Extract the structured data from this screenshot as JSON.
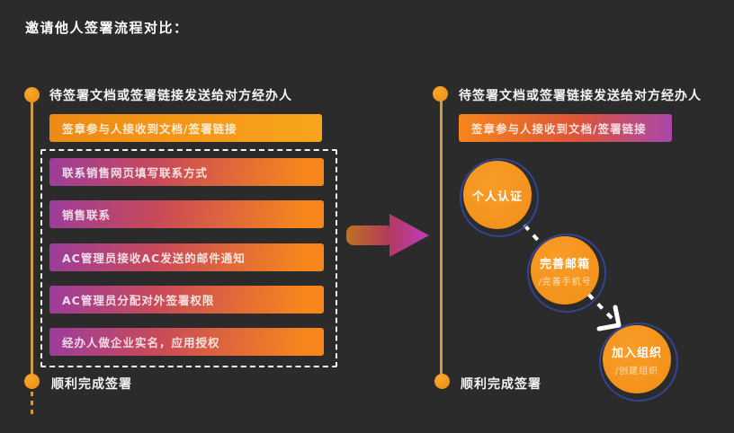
{
  "title": "邀请他人签署流程对比：",
  "colors": {
    "background": "#2b2b2b",
    "accent_orange": "#f6941e",
    "timeline_line": "#cf9a40",
    "bar_gradient_purple": "#9c3d9c",
    "bar_gradient_red": "#c94a58",
    "bar_gradient_orange": "#f6861c",
    "right_bar_magenta_end": "#a847ab",
    "circle_ring_blue": "#35469b",
    "arrow_gradient_start": "#bf7120",
    "arrow_gradient_mid": "#b43a5c",
    "arrow_gradient_end": "#bd3cbc",
    "dashed_box_border": "#ffffff"
  },
  "left_flow": {
    "start_label": "待签署文档或签署链接发送给对方经办人",
    "first_step": "签章参与人接收到文档/签署链接",
    "boxed_steps": [
      "联系销售网页填写联系方式",
      "销售联系",
      "AC管理员接收AC发送的邮件通知",
      "AC管理员分配对外签署权限",
      "经办人做企业实名，应用授权"
    ],
    "end_label": "顺利完成签署"
  },
  "right_flow": {
    "start_label": "待签署文档或签署链接发送给对方经办人",
    "first_step": "签章参与人接收到文档/签署链接",
    "circles": [
      {
        "label": "个人认证",
        "sublabel": ""
      },
      {
        "label": "完善邮箱",
        "sublabel": "/完善手机号"
      },
      {
        "label": "加入组织",
        "sublabel": "/创建组织"
      }
    ],
    "end_label": "顺利完成签署"
  }
}
